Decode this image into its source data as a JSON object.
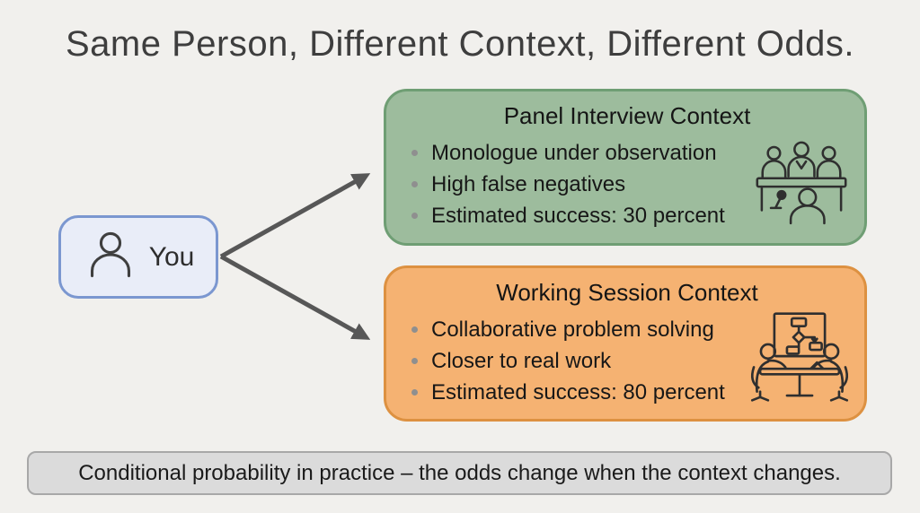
{
  "title": "Same Person, Different Context, Different Odds.",
  "you_node": {
    "label": "You",
    "icon": "person-icon"
  },
  "panel_box": {
    "title": "Panel Interview Context",
    "bullets": [
      "Monologue under observation",
      "High false negatives",
      "Estimated success: 30 percent"
    ],
    "estimated_success_percent": 30,
    "icon": "panel-interview-icon",
    "fill": "#9dbc9d",
    "border": "#6f9e74"
  },
  "working_box": {
    "title": "Working Session Context",
    "bullets": [
      "Collaborative problem solving",
      "Closer to real work",
      "Estimated success: 80 percent"
    ],
    "estimated_success_percent": 80,
    "icon": "working-session-icon",
    "fill": "#f5b272",
    "border": "#dd9141"
  },
  "footer": {
    "text": "Conditional probability in practice – the odds change when the context changes.",
    "fill": "#dbdbdb",
    "border": "#a8a8a8"
  },
  "colors": {
    "background": "#f1f0ed",
    "arrow": "#575757",
    "title_text": "#3e3e3e",
    "body_text": "#171717",
    "you_fill": "#e9edf8",
    "you_border": "#7b97d0",
    "bullet_dot": "#8f8f8f",
    "icon_stroke": "#2f2f2f"
  }
}
